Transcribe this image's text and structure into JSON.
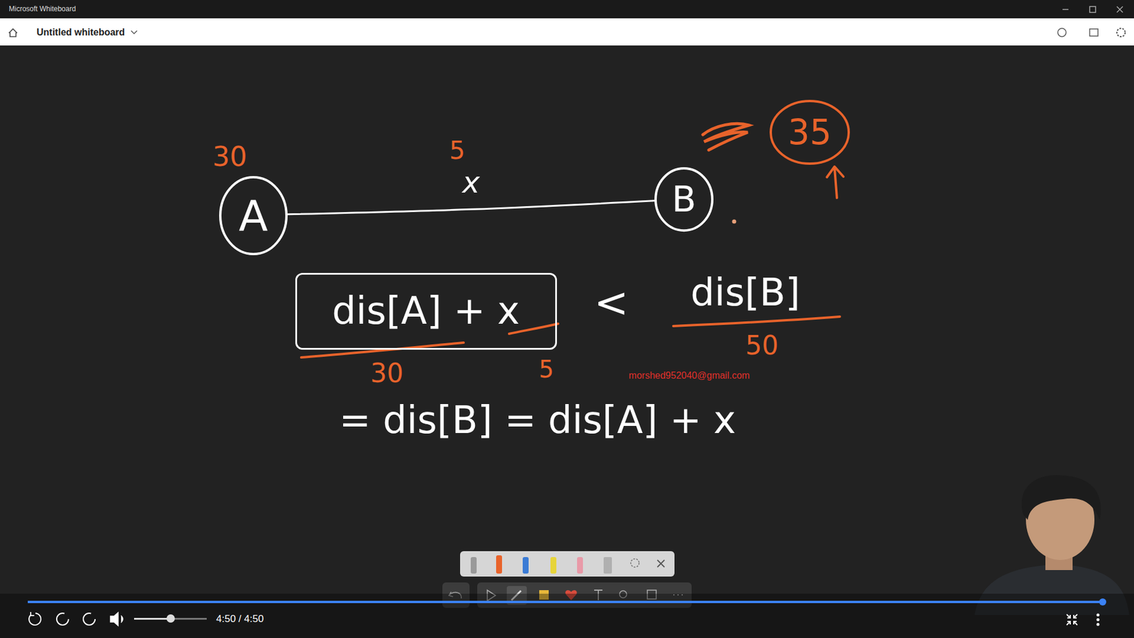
{
  "diagram": {
    "nodes": [
      {
        "text": [
          "35"
        ]
      },
      {
        "text": [
          "A"
        ]
      },
      {
        "text": [
          "B"
        ]
      },
      {
        "text": [
          "dis[A] + x"
        ]
      }
    ],
    "edges": [
      {
        "from": 1,
        "to": 2,
        "arrow": "none",
        "label": "x"
      }
    ],
    "labels": [
      "Microsoft Whiteboard",
      "Untitled whiteboard",
      "30",
      "5",
      "<",
      "dis[B]",
      "30",
      "5",
      "50",
      "morshed952040@gmail.com",
      "= dis[B] = dis[A] + x",
      "4:50 / 4:50"
    ]
  }
}
